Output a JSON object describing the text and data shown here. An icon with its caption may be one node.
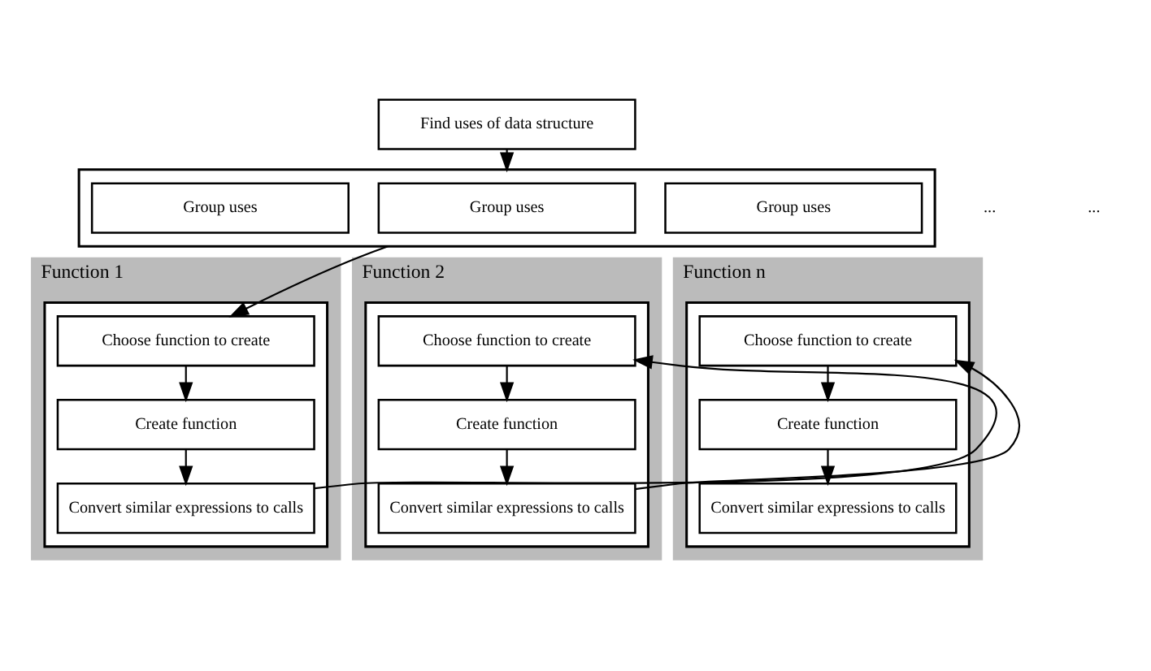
{
  "diagram": {
    "nodes": [
      {
        "text": [
          "Find uses of data structure"
        ]
      },
      {
        "text": [],
        "shape": "box"
      },
      {
        "text": [
          "Group uses"
        ],
        "in": 1
      },
      {
        "text": [
          "Group uses"
        ],
        "in": 1
      },
      {
        "text": [
          "Group uses"
        ],
        "in": 1
      },
      {
        "text": [
          "Function 1"
        ]
      },
      {
        "text": [],
        "shape": "box",
        "in": 5
      },
      {
        "text": [
          "Choose function to create"
        ],
        "in": 6
      },
      {
        "text": [
          "Create function"
        ],
        "in": 6
      },
      {
        "text": [
          "Convert similar expressions to calls"
        ],
        "in": 6
      },
      {
        "text": [
          "Function 2"
        ]
      },
      {
        "text": [],
        "shape": "box",
        "in": 10
      },
      {
        "text": [
          "Choose function to create"
        ],
        "in": 11
      },
      {
        "text": [
          "Create function"
        ],
        "in": 11
      },
      {
        "text": [
          "Convert similar expressions to calls"
        ],
        "in": 11
      },
      {
        "text": [
          "Function n"
        ]
      },
      {
        "text": [],
        "shape": "box",
        "in": 15
      },
      {
        "text": [
          "Choose function to create"
        ],
        "in": 16
      },
      {
        "text": [
          "Create function"
        ],
        "in": 16
      },
      {
        "text": [
          "Convert similar expressions to calls"
        ],
        "in": 16
      }
    ],
    "edges": [
      {
        "from": 0,
        "to": 1,
        "arrow": "to"
      },
      {
        "from": 1,
        "to": 7,
        "arrow": "to"
      },
      {
        "from": 7,
        "to": 8,
        "arrow": "to"
      },
      {
        "from": 8,
        "to": 9,
        "arrow": "to"
      },
      {
        "from": 9,
        "to": 12,
        "arrow": "to"
      },
      {
        "from": 12,
        "to": 13,
        "arrow": "to"
      },
      {
        "from": 13,
        "to": 14,
        "arrow": "to"
      },
      {
        "from": 14,
        "to": 17,
        "arrow": "to"
      },
      {
        "from": 17,
        "to": 18,
        "arrow": "to"
      },
      {
        "from": 18,
        "to": 19,
        "arrow": "to"
      }
    ],
    "labels": [
      "...",
      "..."
    ]
  }
}
